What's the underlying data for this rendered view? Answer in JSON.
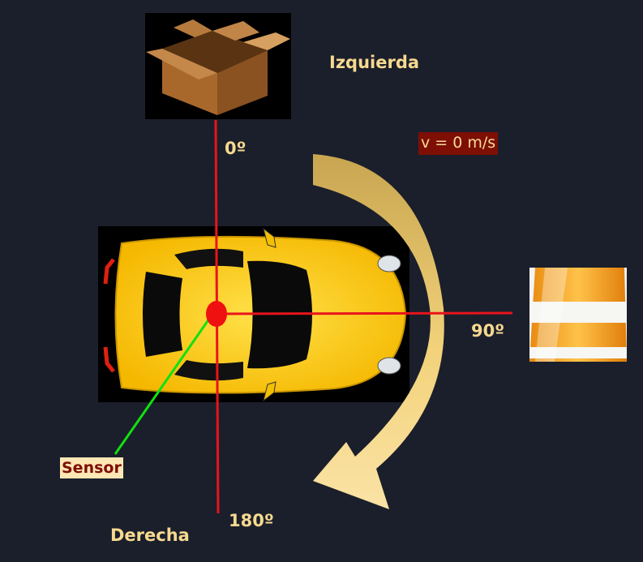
{
  "labels": {
    "left": "Izquierda",
    "right": "Derecha",
    "sensor": "Sensor",
    "velocity": "v = 0 m/s"
  },
  "angles": {
    "top": "0º",
    "right": "90º",
    "bottom": "180º"
  },
  "colors": {
    "background": "#1b1f2b",
    "axis": "#e8141c",
    "sensor_line": "#10e010",
    "car_body": "#ffc80a",
    "label_text": "#f7d98f",
    "velocity_badge_bg": "#7d0f05"
  },
  "icons": [
    "cardboard-box-icon",
    "car-top-view-icon",
    "traffic-cone-icon",
    "rotation-arrow-icon"
  ]
}
